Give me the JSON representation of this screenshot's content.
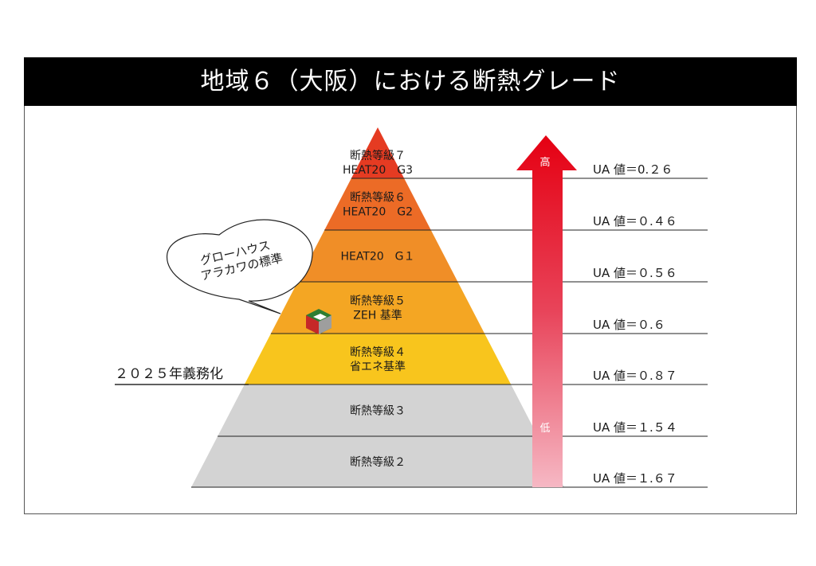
{
  "title": "地域６（大阪）における断熱グレード",
  "levels": [
    {
      "lines": [
        "断熱等級７",
        "HEAT20　G3"
      ],
      "ua": "UA 値＝0.２６",
      "color": "#e53b22"
    },
    {
      "lines": [
        "断熱等級６",
        "HEAT20　G2"
      ],
      "ua": "UA 値＝０.４６",
      "color": "#ec6b26"
    },
    {
      "lines": [
        "HEAT20　G１"
      ],
      "ua": "UA 値＝０.５６",
      "color": "#f08e27"
    },
    {
      "lines": [
        "断熱等級５",
        "ZEH 基準"
      ],
      "ua": "UA 値＝０.６",
      "color": "#f4a623"
    },
    {
      "lines": [
        "断熱等級４",
        "省エネ基準"
      ],
      "ua": "UA 値＝０.８７",
      "color": "#f8c51d"
    },
    {
      "lines": [
        "断熱等級３"
      ],
      "ua": "UA 値＝１.５４",
      "color": "#d3d3d3"
    },
    {
      "lines": [
        "断熱等級２"
      ],
      "ua": "UA 値＝１.６７",
      "color": "#d3d3d3"
    }
  ],
  "arrow": {
    "high_label": "高",
    "low_label": "低"
  },
  "callout": {
    "lines": [
      "グローハウス",
      "アラカワの標準"
    ]
  },
  "mandate_label": "２０２５年義務化"
}
